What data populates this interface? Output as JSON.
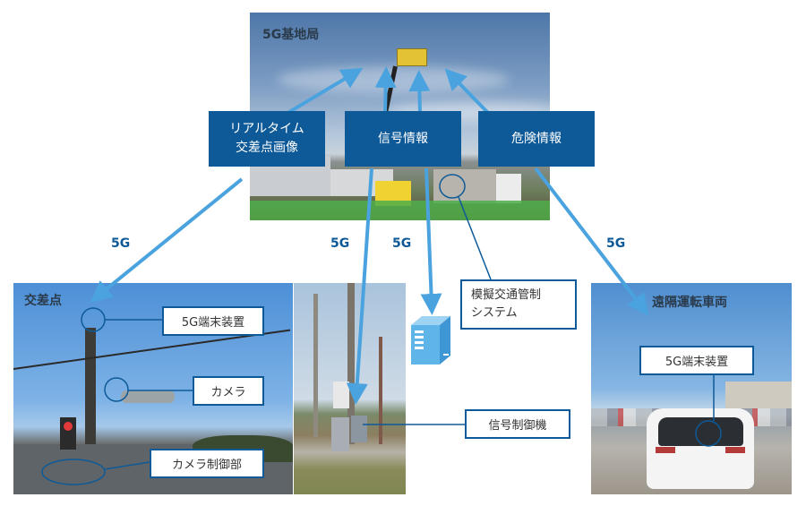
{
  "title_labels": {
    "base_station": "5G基地局",
    "intersection": "交差点",
    "remote_vehicle": "遠隔運転車両"
  },
  "info_boxes": [
    {
      "id": "realtime",
      "line1": "リアルタイム",
      "line2": "交差点画像"
    },
    {
      "id": "signal",
      "line1": "信号情報"
    },
    {
      "id": "danger",
      "line1": "危険情報"
    }
  ],
  "link_labels": [
    "5G",
    "5G",
    "5G",
    "5G"
  ],
  "callouts": {
    "intersection_terminal": "5G端末装置",
    "camera": "カメラ",
    "camera_controller": "カメラ制御部",
    "traffic_control_line1": "模擬交通管制",
    "traffic_control_line2": "システム",
    "signal_controller": "信号制御機",
    "vehicle_terminal": "5G端末装置"
  },
  "icons": {
    "server": "server-icon"
  },
  "colors": {
    "dark_blue": "#0e5a98",
    "arrow_blue": "#4aa3de",
    "server_blue": "#5fb4e8"
  }
}
